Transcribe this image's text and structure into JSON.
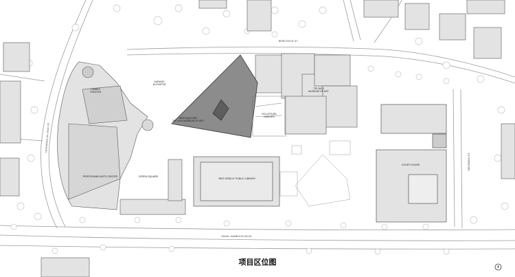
{
  "caption": "项目区位图",
  "labels": {
    "cameri_theater": [
      "CAMERI",
      "THEATER"
    ],
    "garage": [
      "GARAGE",
      "ELEVATOR"
    ],
    "new_building": [
      "NEW BUILDING",
      "TEL AVIV MUSEUM OF ART"
    ],
    "sculpture_garden": [
      "SCULPTURE",
      "GARDEN"
    ],
    "museum": [
      "TEL AVIV",
      "MUSEUM OF ART"
    ],
    "court_house": [
      "COURT HOUSE"
    ],
    "performing_arts": [
      "PERFORMING ARTS CENTER"
    ],
    "opera_square": [
      "OPERA SQUARE"
    ],
    "library": [
      "\"BEIT ARIELA\" PUBLIC LIBRARY"
    ]
  },
  "streets": {
    "berkovich": "BERKOVICH ST.",
    "shaul_hamelech": "SHAUL HAMELECH BLVD.",
    "leonardo": "LEONARDO DA VINCI ST.",
    "weizmann": "WEIZMANN ST."
  },
  "colors": {
    "building_fill": "#e3e3e3",
    "building_stroke": "#555555",
    "new_building": "#8c8c8c",
    "tree": "#c4c4c4",
    "road": "#9a9a9a"
  },
  "icons": [
    "north-arrow-icon"
  ]
}
